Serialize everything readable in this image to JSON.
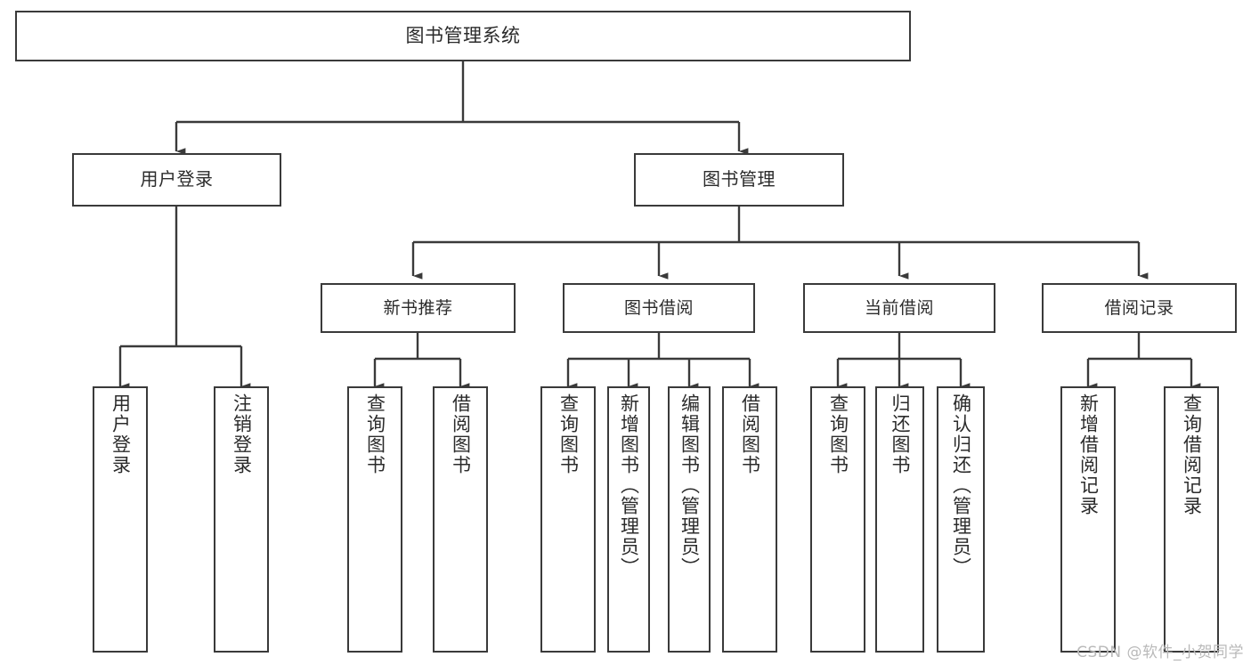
{
  "diagram": {
    "title": "图书管理系统",
    "type": "tree-hierarchy-diagram",
    "colors": {
      "box_border": "#3a3a3a",
      "box_fill": "#ffffff",
      "connector": "#3a3a3a",
      "text": "#2b2b2b",
      "watermark": "#b9b9b9"
    },
    "root": {
      "label": "图书管理系统"
    },
    "level1": [
      {
        "label": "用户登录"
      },
      {
        "label": "图书管理"
      }
    ],
    "level2": [
      {
        "label": "新书推荐"
      },
      {
        "label": "图书借阅"
      },
      {
        "label": "当前借阅"
      },
      {
        "label": "借阅记录"
      }
    ],
    "leaves": {
      "user_login": [
        {
          "label": "用户登录"
        },
        {
          "label": "注销登录"
        }
      ],
      "new_book_recommend": [
        {
          "label": "查询图书"
        },
        {
          "label": "借阅图书"
        }
      ],
      "book_borrow": [
        {
          "label": "查询图书"
        },
        {
          "label": "新增图书（管理员）"
        },
        {
          "label": "编辑图书（管理员）"
        },
        {
          "label": "借阅图书"
        }
      ],
      "current_borrow": [
        {
          "label": "查询图书"
        },
        {
          "label": "归还图书"
        },
        {
          "label": "确认归还（管理员）"
        }
      ],
      "borrow_records": [
        {
          "label": "新增借阅记录"
        },
        {
          "label": "查询借阅记录"
        }
      ]
    },
    "watermark": "CSDN @软件_小贺同学"
  }
}
